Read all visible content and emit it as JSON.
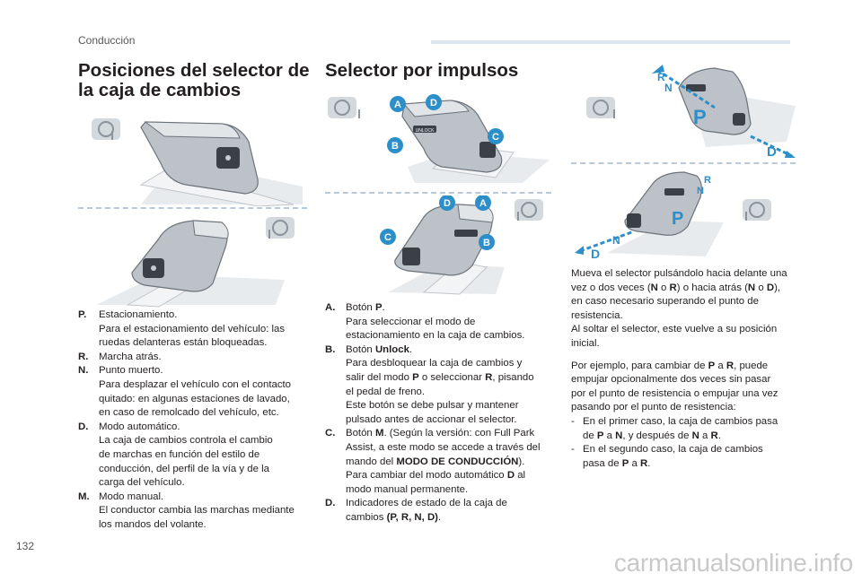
{
  "header": {
    "section": "Conducción"
  },
  "page_number": "132",
  "watermark": "carmanualsonline.info",
  "colors": {
    "badge_blue": "#2d8fc9",
    "arrow_blue": "#2d8fc9",
    "dash": "#b8c9da",
    "header_rule": "#dce5f0"
  },
  "left": {
    "title_line1": "Posiciones del selector de",
    "title_line2": "la caja de cambios",
    "items": [
      {
        "key": "P.",
        "lines": [
          "Estacionamiento.",
          "Para el estacionamiento del vehículo: las",
          "ruedas delanteras están bloqueadas."
        ]
      },
      {
        "key": "R.",
        "lines": [
          "Marcha atrás."
        ]
      },
      {
        "key": "N.",
        "lines": [
          "Punto muerto.",
          "Para desplazar el vehículo con el contacto",
          "quitado: en algunas estaciones de lavado,",
          "en caso de remolcado del vehículo, etc."
        ]
      },
      {
        "key": "D.",
        "lines": [
          "Modo automático.",
          "La caja de cambios controla el cambio",
          "de marchas en función del estilo de",
          "conducción, del perfil de la vía y de la",
          "carga del vehículo."
        ]
      },
      {
        "key": "M.",
        "lines": [
          "Modo manual.",
          "El conductor cambia las marchas mediante",
          "los mandos del volante."
        ]
      }
    ]
  },
  "middle": {
    "title": "Selector por impulsos",
    "badges": {
      "a": "A",
      "b": "B",
      "c": "C",
      "d": "D"
    },
    "unlock_label": "UNLOCK",
    "a_key": "A.",
    "a_l1": "Botón ",
    "a_b1": "P",
    "a_l1b": ".",
    "a_l2": "Para seleccionar el modo de",
    "a_l3": "estacionamiento en la caja de cambios.",
    "b_key": "B.",
    "b_l1": "Botón ",
    "b_b1": "Unlock",
    "b_l1b": ".",
    "b_l2": "Para desbloquear la caja de cambios y",
    "b_l3a": "salir del modo ",
    "b_l3b": "P",
    "b_l3c": " o seleccionar ",
    "b_l3d": "R",
    "b_l3e": ", pisando",
    "b_l4": "el pedal de freno.",
    "b_l5": "Este botón se debe pulsar y mantener",
    "b_l6": "pulsado antes de accionar el selector.",
    "c_key": "C.",
    "c_l1a": "Botón ",
    "c_l1b": "M",
    "c_l1c": ". (Según la versión: con Full Park",
    "c_l2": "Assist, a este modo se accede a través del",
    "c_l3a": "mando del ",
    "c_l3b": "MODO DE CONDUCCIÓN",
    "c_l3c": ").",
    "c_l4a": "Para cambiar del modo automático ",
    "c_l4b": "D",
    "c_l4c": " al",
    "c_l5": "modo manual permanente.",
    "d_key": "D.",
    "d_l1": "Indicadores de estado de la caja de",
    "d_l2a": "cambios ",
    "d_l2b": "(P, R, N, D)",
    "d_l2c": "."
  },
  "right": {
    "gear_letters": {
      "p": "P",
      "r": "R",
      "n": "N",
      "d": "D"
    },
    "p1_l1": "Mueva el selector pulsándolo hacia delante una",
    "p1_l2a": "vez o dos veces (",
    "p1_l2b": "N",
    "p1_l2c": " o ",
    "p1_l2d": "R",
    "p1_l2e": ") o hacia atrás (",
    "p1_l2f": "N",
    "p1_l2g": " o ",
    "p1_l2h": "D",
    "p1_l2i": "),",
    "p1_l3": "en caso necesario superando el punto de",
    "p1_l4": "resistencia.",
    "p1_l5": "Al soltar el selector, este vuelve a su posición",
    "p1_l6": "inicial.",
    "p2_l1a": "Por ejemplo, para cambiar de ",
    "p2_l1b": "P",
    "p2_l1c": " a ",
    "p2_l1d": "R",
    "p2_l1e": ", puede",
    "p2_l2": "empujar opcionalmente dos veces sin pasar",
    "p2_l3": "por el punto de resistencia o empujar una vez",
    "p2_l4": "pasando por el punto de resistencia:",
    "li_mark": "-",
    "li1_l1": "En el primer caso, la caja de cambios pasa",
    "li1_l2a": "de ",
    "li1_l2b": "P",
    "li1_l2c": " a ",
    "li1_l2d": "N",
    "li1_l2e": ", y después de ",
    "li1_l2f": "N",
    "li1_l2g": " a ",
    "li1_l2h": "R",
    "li1_l2i": ".",
    "li2_l1": "En el segundo caso, la caja de cambios",
    "li2_l2a": "pasa de ",
    "li2_l2b": "P",
    "li2_l2c": " a ",
    "li2_l2d": "R",
    "li2_l2e": "."
  }
}
